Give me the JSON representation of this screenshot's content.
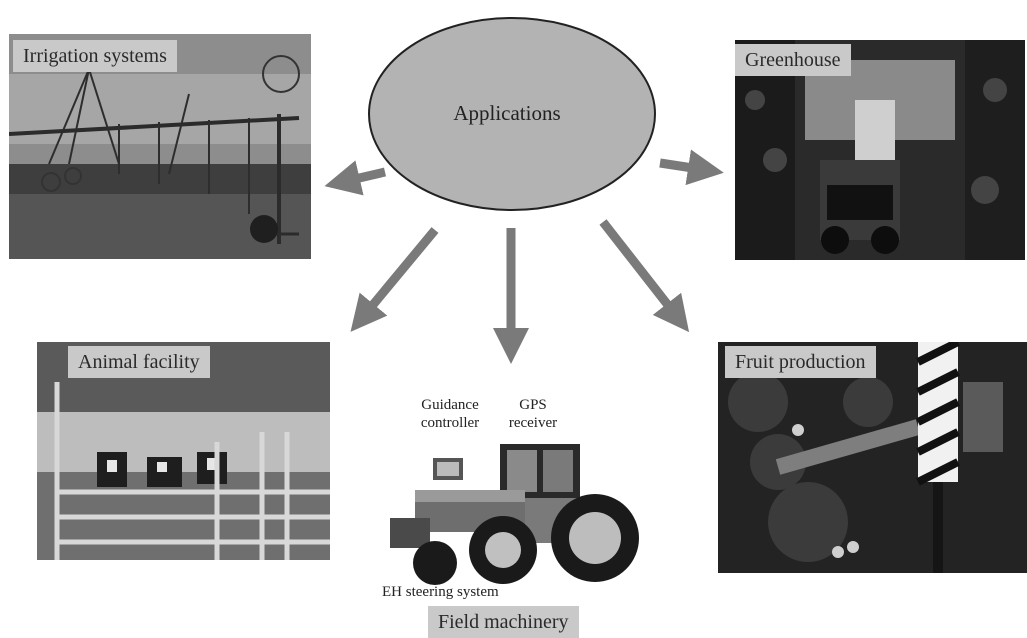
{
  "center": {
    "label": "Applications"
  },
  "panels": {
    "irrigation": {
      "label": "Irrigation systems"
    },
    "greenhouse": {
      "label": "Greenhouse"
    },
    "animal": {
      "label": "Animal facility"
    },
    "fruit": {
      "label": "Fruit production"
    },
    "machinery": {
      "label": "Field machinery",
      "guidance_label_line1": "Guidance",
      "guidance_label_line2": "controller",
      "gps_label_line1": "GPS",
      "gps_label_line2": "receiver",
      "steering_label": "EH steering system"
    }
  },
  "colors": {
    "arrow": "#7a7a7a",
    "ellipse_fill": "#b3b3b3",
    "label_bg": "#c9c9c9"
  }
}
